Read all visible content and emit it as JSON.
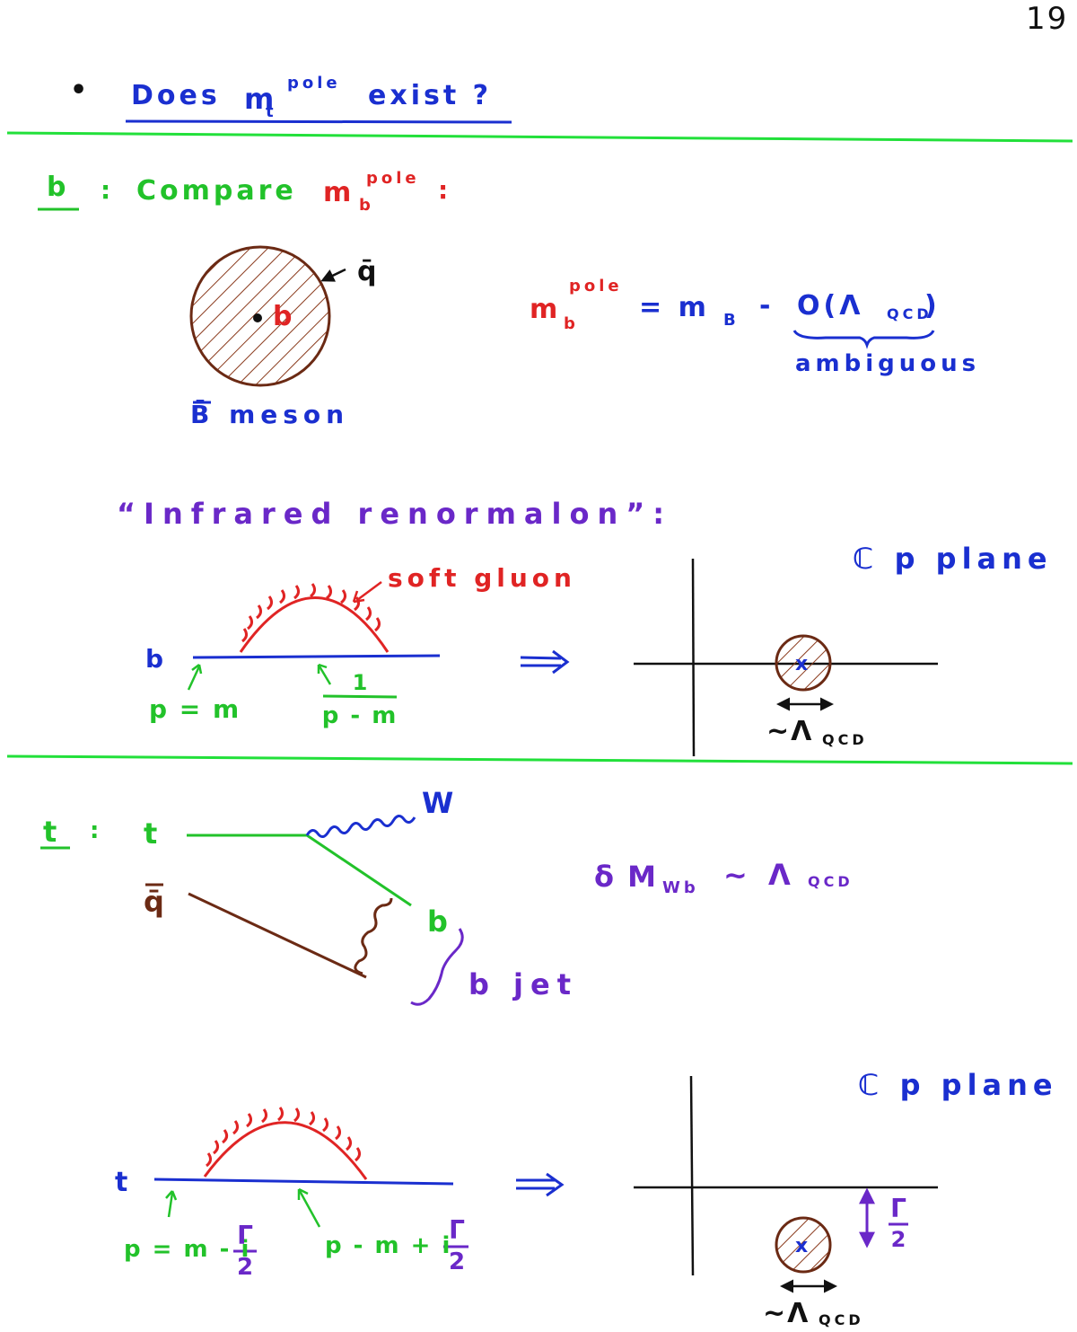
{
  "page_number": "19",
  "header": {
    "bullet": "•",
    "question_pre": "Does",
    "m": "m",
    "sub_t": "t",
    "sup_pole": "pole",
    "question_post": "exist ?"
  },
  "b_section": {
    "label": "b",
    "colon": ":",
    "compare": "Compare",
    "m": "m",
    "sub_b": "b",
    "sup_pole": "pole",
    "end_colon": ":",
    "meson_core": "b",
    "antiquark": "q̄",
    "meson_label": "B̄ meson",
    "eq_m": "m",
    "eq_sub_b": "b",
    "eq_sup_pole": "pole",
    "eq_rhs_1": "= m",
    "eq_rhs_sub": "B",
    "eq_rhs_2": "-",
    "eq_order": "O(Λ",
    "eq_order_sub": "QCD",
    "eq_order_close": ")",
    "ambiguous": "ambiguous",
    "renormalon": "“Infrared renormalon”:",
    "soft_gluon": "soft gluon",
    "quark_b": "b",
    "p_eq_m": "p = m",
    "frac_num": "1",
    "frac_den": "p - m",
    "arrow": "⇒",
    "plane_label": "ℂ p plane",
    "lambda": "~Λ",
    "lambda_sub": "QCD"
  },
  "t_section": {
    "label": "t",
    "colon": ":",
    "top": "t",
    "antiquark": "q̄",
    "w": "W",
    "b_quark": "b",
    "b_jet": "b jet",
    "delta_m": "δ M",
    "delta_sub": "Wb",
    "delta_rhs": "~ Λ",
    "delta_rhs_sub": "QCD",
    "quark_t": "t",
    "p_left": "p = m - i",
    "p_right": "p - m + i",
    "gamma": "Γ",
    "two": "2",
    "arrow": "⇒",
    "plane_label": "ℂ p plane",
    "lambda": "~Λ",
    "lambda_sub": "QCD"
  },
  "colors": {
    "blue": "#1a2fd0",
    "red": "#e02424",
    "green": "#22c22a",
    "purple": "#6a28c8",
    "brown": "#6b2a14"
  }
}
